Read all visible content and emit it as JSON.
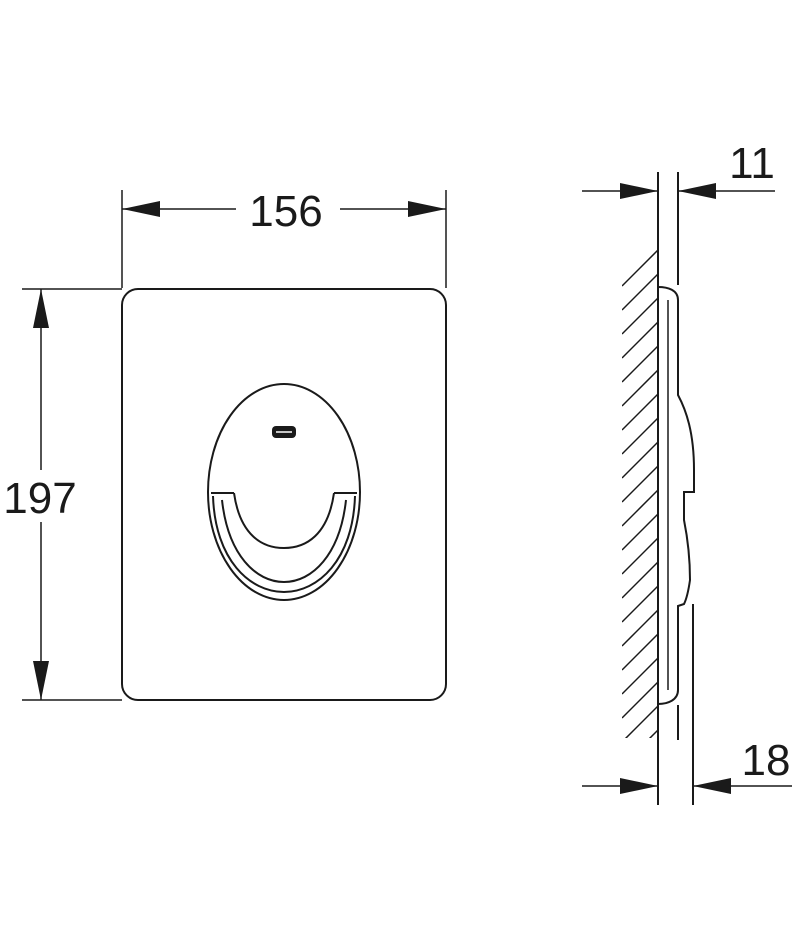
{
  "dimensions": {
    "width": "156",
    "height": "197",
    "depth_frame": "11",
    "depth_total": "18"
  },
  "colors": {
    "line": "#1a1a1a",
    "background": "#ffffff"
  }
}
